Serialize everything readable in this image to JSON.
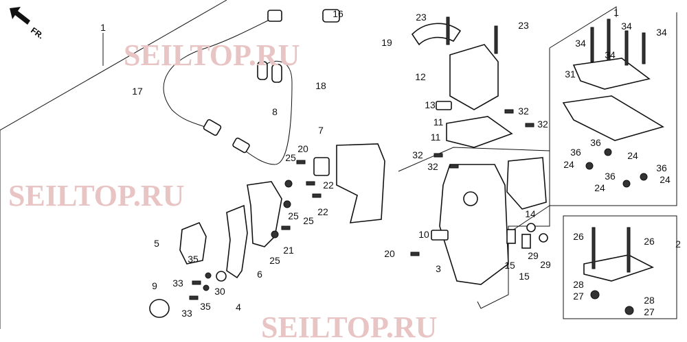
{
  "direction_marker": "FR.",
  "watermark": "SEILTOP.RU",
  "callouts": [
    "1",
    "16",
    "23",
    "23",
    "19",
    "12",
    "13",
    "11",
    "11",
    "32",
    "32",
    "32",
    "32",
    "17",
    "18",
    "8",
    "7",
    "20",
    "25",
    "22",
    "22",
    "25",
    "25",
    "21",
    "25",
    "5",
    "35",
    "33",
    "9",
    "30",
    "33",
    "35",
    "4",
    "6",
    "10",
    "20",
    "3",
    "15",
    "15",
    "29",
    "29",
    "14",
    "34",
    "34",
    "34",
    "34",
    "31",
    "36",
    "24",
    "36",
    "24",
    "36",
    "24",
    "36",
    "24",
    "1",
    "2",
    "26",
    "26",
    "28",
    "27",
    "28",
    "27"
  ]
}
